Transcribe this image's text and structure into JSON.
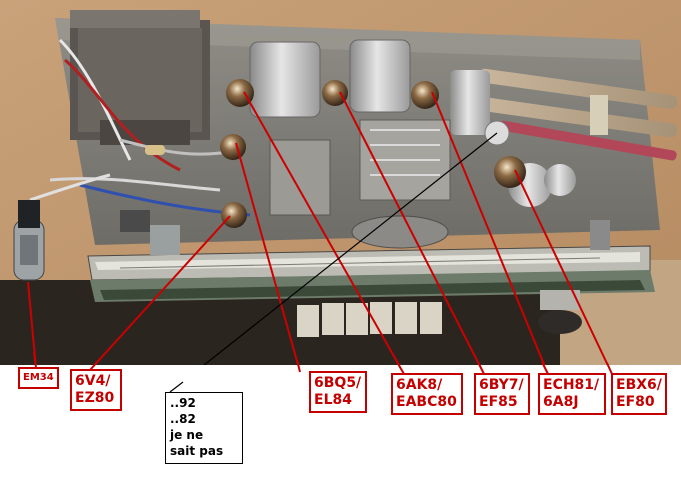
{
  "colors": {
    "label_red": "#c40000",
    "note_black": "#000000"
  },
  "labels": {
    "em34": "EM34",
    "ez80": "6V4/\nEZ80",
    "el84": "6BQ5/\nEL84",
    "eabc80": "6AK8/\nEABC80",
    "ef85": "6BY7/\nEF85",
    "ech81": "ECH81/\n6A8J",
    "ef80": "EBX6/\nEF80"
  },
  "note": {
    "line1": "..92",
    "line2": "..82",
    "line3": "je ne",
    "line4": "sait pas"
  }
}
